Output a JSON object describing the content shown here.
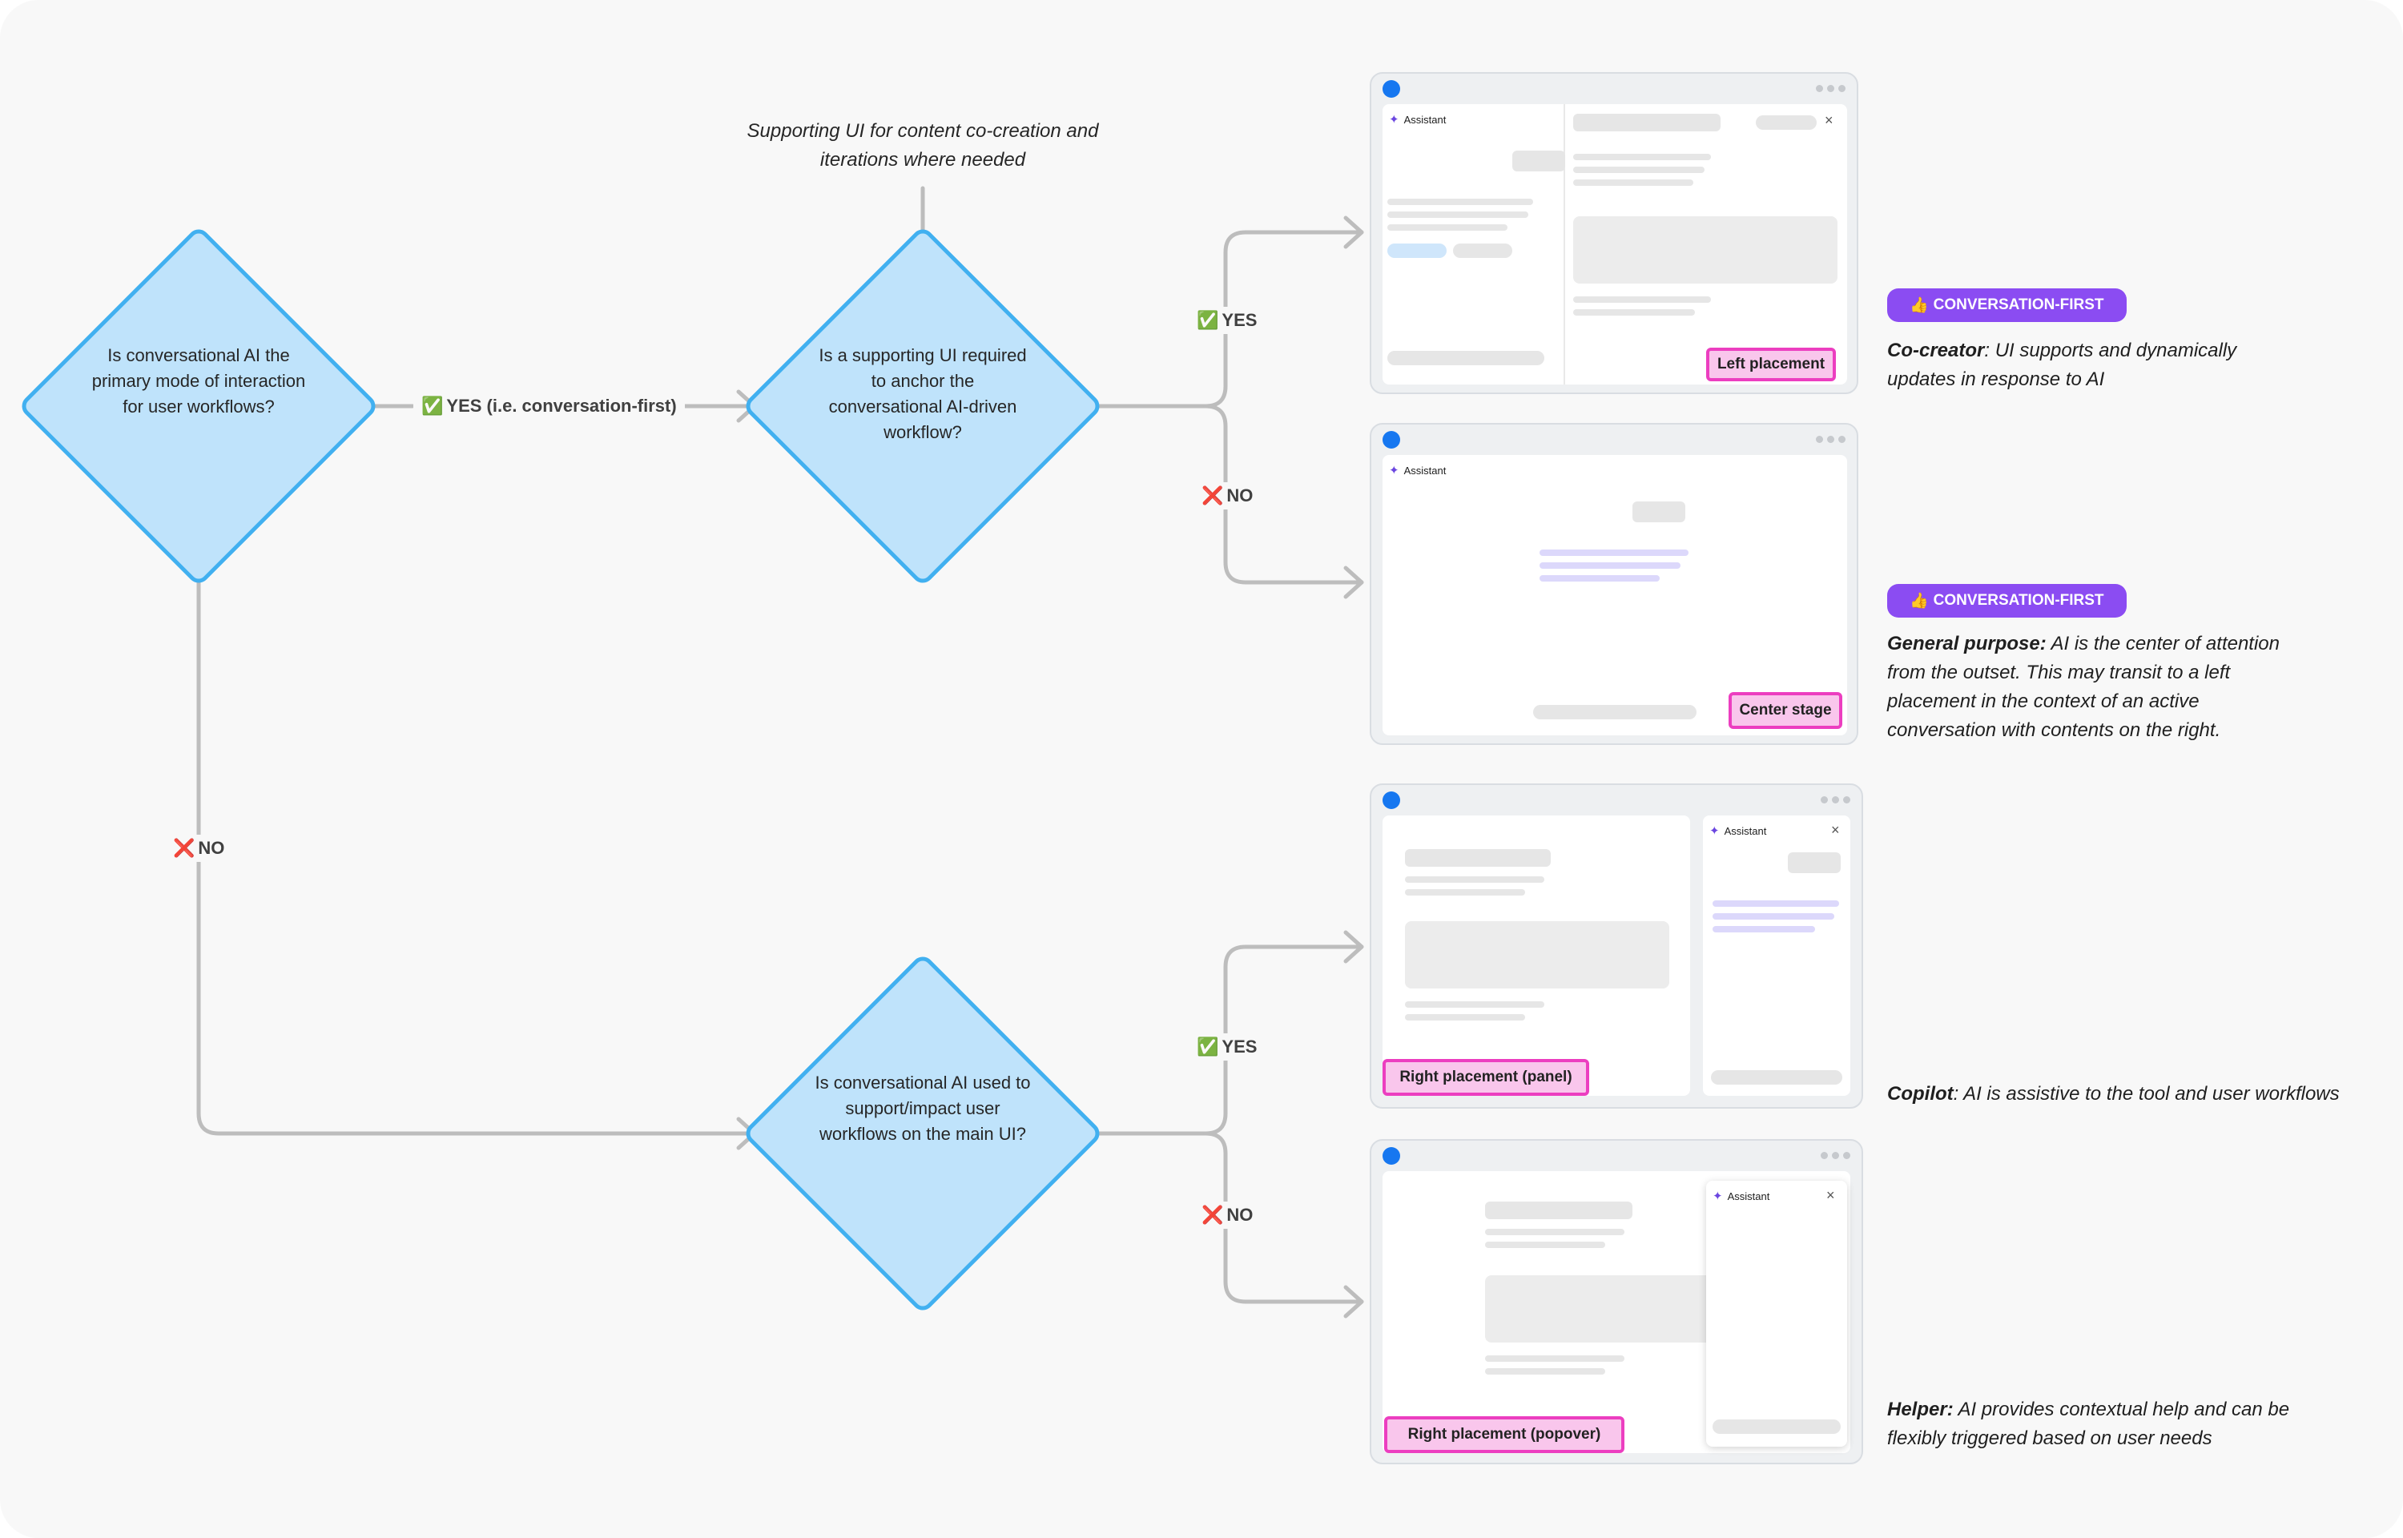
{
  "decisions": {
    "q1": "Is conversational AI the primary mode of interaction for user workflows?",
    "q2": "Is a supporting UI required to anchor the conversational AI-driven workflow?",
    "q3": "Is conversational AI used to support/impact user workflows on the main UI?"
  },
  "note": "Supporting UI for content co-creation and iterations where needed",
  "edges": {
    "yes_icon": "✅",
    "no_icon": "❌",
    "yes_conversation_first": "YES (i.e. conversation-first)",
    "yes": "YES",
    "no": "NO"
  },
  "mockups": {
    "assistant_label": "Assistant",
    "spark_icon": "✦",
    "close_icon": "×",
    "left_placement": "Left placement",
    "center_stage": "Center stage",
    "right_panel": "Right placement (panel)",
    "right_popover": "Right placement (popover)"
  },
  "outcomes": {
    "badge_icon": "👍",
    "badge_text": "CONVERSATION-FIRST",
    "co_creator": {
      "term": "Co-creator",
      "text": ": UI supports and dynamically updates in response to AI"
    },
    "general_purpose": {
      "term": "General purpose:",
      "text": " AI is the center of attention from the outset. This may transit to a left placement in the context of an active conversation with contents on the right."
    },
    "copilot": {
      "term": "Copilot",
      "text": ": AI is assistive to the tool and user workflows"
    },
    "helper": {
      "term": "Helper:",
      "text": " AI provides contextual help and can be flexibly triggered based on user needs"
    }
  },
  "colors": {
    "diamond_fill": "#bfe3fb",
    "diamond_stroke": "#41b0f0",
    "connector": "#bdbdbd",
    "badge": "#8b4cf2",
    "tag_fill": "#f9c6ec",
    "tag_border": "#ec3ec0",
    "window_dot": "#1677f0"
  }
}
